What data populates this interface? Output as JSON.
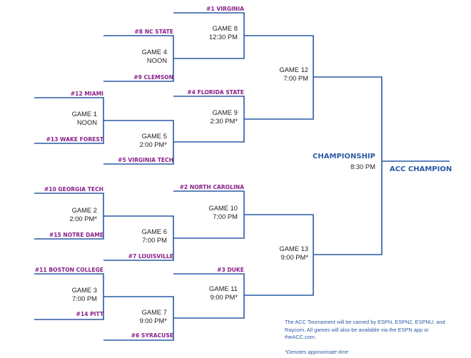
{
  "teams": {
    "t1": "#1 VIRGINIA",
    "t8": "#8 NC STATE",
    "t9": "#9 CLEMSON",
    "t12": "#12 MIAMI",
    "t4": "#4 FLORIDA STATE",
    "t13": "#13 WAKE FOREST",
    "t5": "#5 VIRGINIA TECH",
    "t10": "#10 GEORGIA TECH",
    "t2": "#2 NORTH CAROLINA",
    "t15": "#15 NOTRE DAME",
    "t7": "#7 LOUISVILLE",
    "t11": "#11 BOSTON COLLEGE",
    "t3": "#3 DUKE",
    "t14": "#14 PITT",
    "t6": "#6 SYRACUSE"
  },
  "games": {
    "g1": {
      "name": "GAME 1",
      "time": "NOON"
    },
    "g2": {
      "name": "GAME 2",
      "time": "2:00 PM*"
    },
    "g3": {
      "name": "GAME 3",
      "time": "7:00 PM"
    },
    "g4": {
      "name": "GAME 4",
      "time": "NOON"
    },
    "g5": {
      "name": "GAME 5",
      "time": "2:00 PM*"
    },
    "g6": {
      "name": "GAME 6",
      "time": "7:00 PM"
    },
    "g7": {
      "name": "GAME 7",
      "time": "9:00 PM*"
    },
    "g8": {
      "name": "GAME 8",
      "time": "12:30 PM"
    },
    "g9": {
      "name": "GAME 9",
      "time": "2:30 PM*"
    },
    "g10": {
      "name": "GAME 10",
      "time": "7:00 PM"
    },
    "g11": {
      "name": "GAME 11",
      "time": "9:00 PM*"
    },
    "g12": {
      "name": "GAME 12",
      "time": "7:00 PM"
    },
    "g13": {
      "name": "GAME 13",
      "time": "9:00 PM*"
    }
  },
  "championship": {
    "label": "CHAMPIONSHIP",
    "time": "8:30 PM"
  },
  "champion": {
    "label": "ACC CHAMPION"
  },
  "broadcast_note": "The ACC Tournament will be carried by ESPN, ESPN2, ESPNU, and Raycom. All games will also be available via the ESPN app or theACC.com.",
  "footnote": "*Denotes approximate time",
  "colors": {
    "line": "#2b5aa6",
    "team_text": "#8a1f8a",
    "accent": "#2b5aa6"
  }
}
